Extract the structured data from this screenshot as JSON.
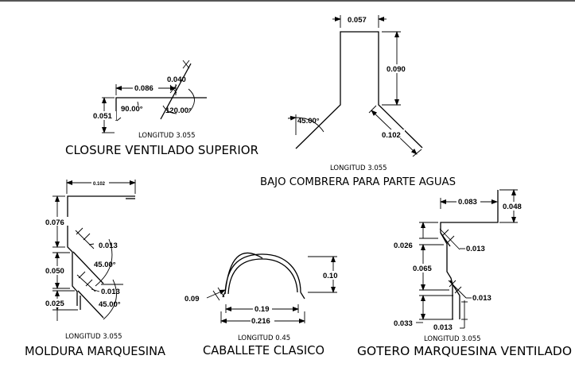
{
  "drawing": {
    "pieces": [
      {
        "id": "closure",
        "title": "CLOSURE VENTILADO SUPERIOR",
        "longitud": "LONGITUD 3.055",
        "dims": {
          "width_top": "0.086",
          "height": "0.051",
          "lip": "0.040",
          "angle_inner": "90.00°",
          "angle_lip": "120.00°"
        }
      },
      {
        "id": "bajo-combrera",
        "title": "BAJO COMBRERA PARA PARTE AGUAS",
        "longitud": "LONGITUD 3.055",
        "dims": {
          "width_top": "0.057",
          "height": "0.090",
          "wing": "0.102",
          "angle": "45.00°"
        }
      },
      {
        "id": "moldura",
        "title": "MOLDURA MARQUESINA",
        "longitud": "LONGITUD 3.055",
        "dims": {
          "width_top": "0.102",
          "h1": "0.076",
          "h2": "0.050",
          "h3": "0.025",
          "bend1": "0.013",
          "bend2": "0.013",
          "angle1": "45.00°",
          "angle2": "45.00°"
        }
      },
      {
        "id": "caballete",
        "title": "CABALLETE CLASICO",
        "longitud": "LONGITUD 0.45",
        "dims": {
          "lip": "0.09",
          "inner_width": "0.19",
          "outer_width": "0.216",
          "height": "0.10"
        }
      },
      {
        "id": "gotero",
        "title": "GOTERO MARQUESINA VENTILADO",
        "longitud": "LONGITUD 3.055",
        "dims": {
          "width_top": "0.083",
          "h_top": "0.048",
          "h1": "0.026",
          "h2": "0.065",
          "h3": "0.033",
          "bend1": "0.013",
          "bend2": "0.013",
          "foot": "0.013"
        }
      }
    ]
  }
}
